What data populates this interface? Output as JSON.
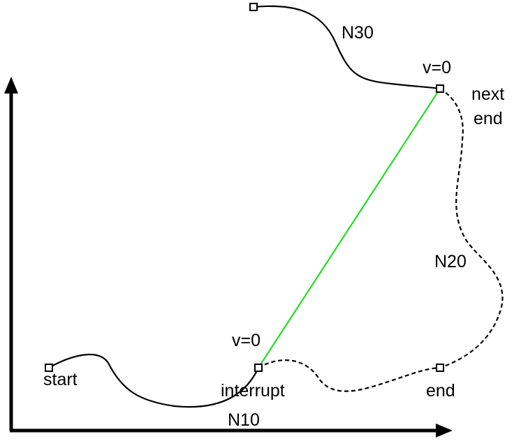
{
  "labels": {
    "start": "start",
    "interrupt": "interrupt",
    "end": "end",
    "next_end_line1": "next",
    "next_end_line2": "end",
    "v0_interrupt": "v=0",
    "v0_next": "v=0",
    "n10": "N10",
    "n20": "N20",
    "n30": "N30"
  },
  "colors": {
    "solid_path": "#000000",
    "dashed_path": "#000000",
    "direct_line": "#22dd22",
    "axes": "#000000"
  }
}
